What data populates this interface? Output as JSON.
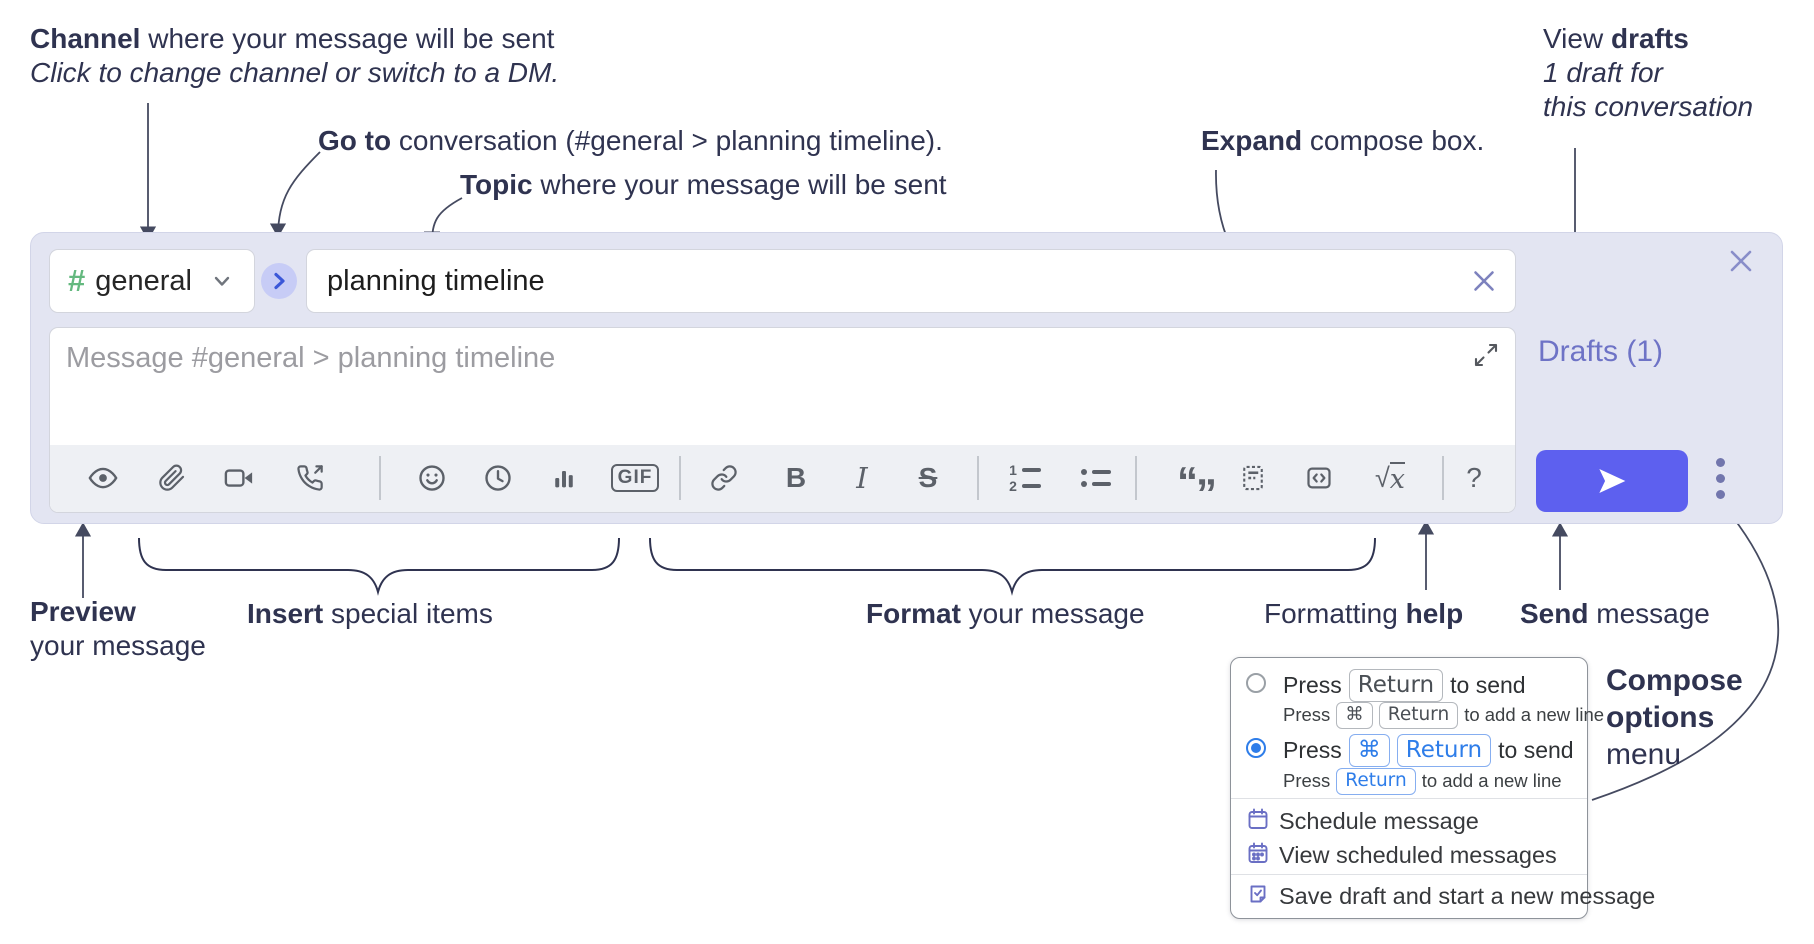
{
  "annotations": {
    "channel": {
      "bold": "Channel",
      "rest": " where your message will be sent",
      "sub": "Click to change channel or switch to a DM."
    },
    "goto": {
      "bold": "Go to",
      "rest": " conversation (#general > planning timeline)."
    },
    "topic": {
      "bold": "Topic",
      "rest": " where your message will be sent"
    },
    "expand": {
      "bold": "Expand",
      "rest": " compose box."
    },
    "view_drafts": {
      "pre": "View ",
      "bold": "drafts",
      "line2": "1 draft for",
      "line3": "this conversation"
    },
    "preview": {
      "bold": "Preview",
      "line2": "your message"
    },
    "insert": {
      "bold": "Insert",
      "rest": " special items"
    },
    "format": {
      "bold": "Format",
      "rest": " your message"
    },
    "formatting_help": {
      "pre": "Formatting ",
      "bold": "help"
    },
    "send": {
      "bold": "Send",
      "rest": " message"
    },
    "compose_options": {
      "line1": "Compose",
      "line2": "options",
      "line3": "menu"
    }
  },
  "compose": {
    "channel_hash": "#",
    "channel_name": "general",
    "topic_value": "planning timeline",
    "message_placeholder": "Message #general > planning timeline",
    "drafts_link": "Drafts (1)"
  },
  "toolbar": {
    "glyphs": {
      "gif": "GIF",
      "bold": "B",
      "italic": "I",
      "strike": "S",
      "ol1": "1",
      "ol2": "2",
      "quote_open": "“",
      "quote_close": "”",
      "sqrt": "√",
      "math_x": "x",
      "help": "?"
    }
  },
  "send_options_menu": {
    "options": [
      {
        "selected": false,
        "line": {
          "pre": "Press",
          "key1": "Return",
          "post": "to send"
        },
        "sub": {
          "pre": "Press",
          "key1": "⌘",
          "key2": "Return",
          "post": "to add a new line"
        }
      },
      {
        "selected": true,
        "line": {
          "pre": "Press",
          "key1": "⌘",
          "key2": "Return",
          "post": "to send"
        },
        "sub": {
          "pre": "Press",
          "key1": "Return",
          "post": "to add a new line"
        }
      }
    ],
    "items": [
      "Schedule message",
      "View scheduled messages",
      "Save draft and start a new message"
    ]
  },
  "colors": {
    "compose_bg": "#e3e5f2",
    "send_accent": "#5d60ef",
    "drafts_link": "#6e73c6",
    "channel_hash_green": "#64b97f",
    "goto_blue": "#3b57d8",
    "radio_selected": "#2e7de9",
    "kbd_blue": "#2e7de9",
    "menu_icon_indigo": "#6a6fc4",
    "annotation_text": "#2f3350",
    "toolbar_icon": "#5c6169"
  }
}
